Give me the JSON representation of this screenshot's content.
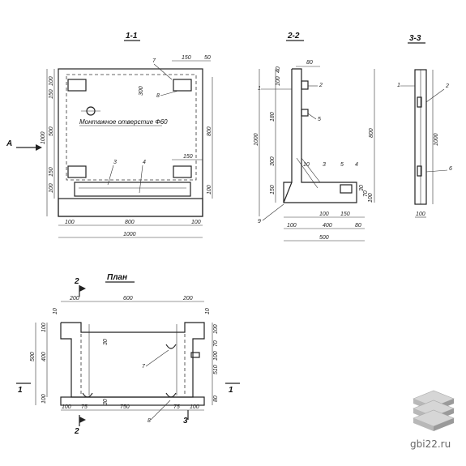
{
  "views": {
    "section_1": "1-1",
    "section_2": "2-2",
    "section_3": "3-3",
    "plan": "План"
  },
  "note_hole": "Монтажное отверстие Ф60",
  "arrow_label": "А",
  "watermark": "gbi22.ru",
  "sec1": {
    "callouts": [
      "7",
      "8",
      "3",
      "4"
    ],
    "dims_top": [
      "150",
      "50"
    ],
    "dims_left": [
      "100",
      "150",
      "500",
      "150",
      "100",
      "1000"
    ],
    "dim_inner_300": "300",
    "dims_right": [
      "800",
      "100"
    ],
    "dim_150_right": "150",
    "dims_bottom": [
      "100",
      "800",
      "100",
      "1000"
    ]
  },
  "sec2": {
    "callouts": [
      "1",
      "2",
      "5",
      "10",
      "3",
      "5",
      "4",
      "9"
    ],
    "dims_top": [
      "80",
      "40"
    ],
    "dims_left": [
      "100",
      "180",
      "1000",
      "300",
      "150"
    ],
    "dims_right": [
      "800"
    ],
    "dims_bottom": [
      "100",
      "150",
      "100",
      "400",
      "80",
      "500"
    ],
    "dims_right_small": [
      "30",
      "70",
      "100"
    ]
  },
  "sec3": {
    "callouts": [
      "1",
      "2",
      "6"
    ],
    "dims": [
      "1000",
      "100"
    ]
  },
  "plan": {
    "section_marks": [
      "2",
      "2",
      "1",
      "1",
      "3"
    ],
    "dims_top": [
      "200",
      "600",
      "200"
    ],
    "dims_left": [
      "10",
      "100",
      "400",
      "500",
      "100"
    ],
    "dims_right": [
      "10",
      "100",
      "70",
      "100",
      "510",
      "80"
    ],
    "dims_bottom": [
      "100",
      "75",
      "750",
      "75",
      "100"
    ],
    "inner_dims": [
      "30",
      "30"
    ],
    "callouts": [
      "7",
      "8"
    ]
  }
}
